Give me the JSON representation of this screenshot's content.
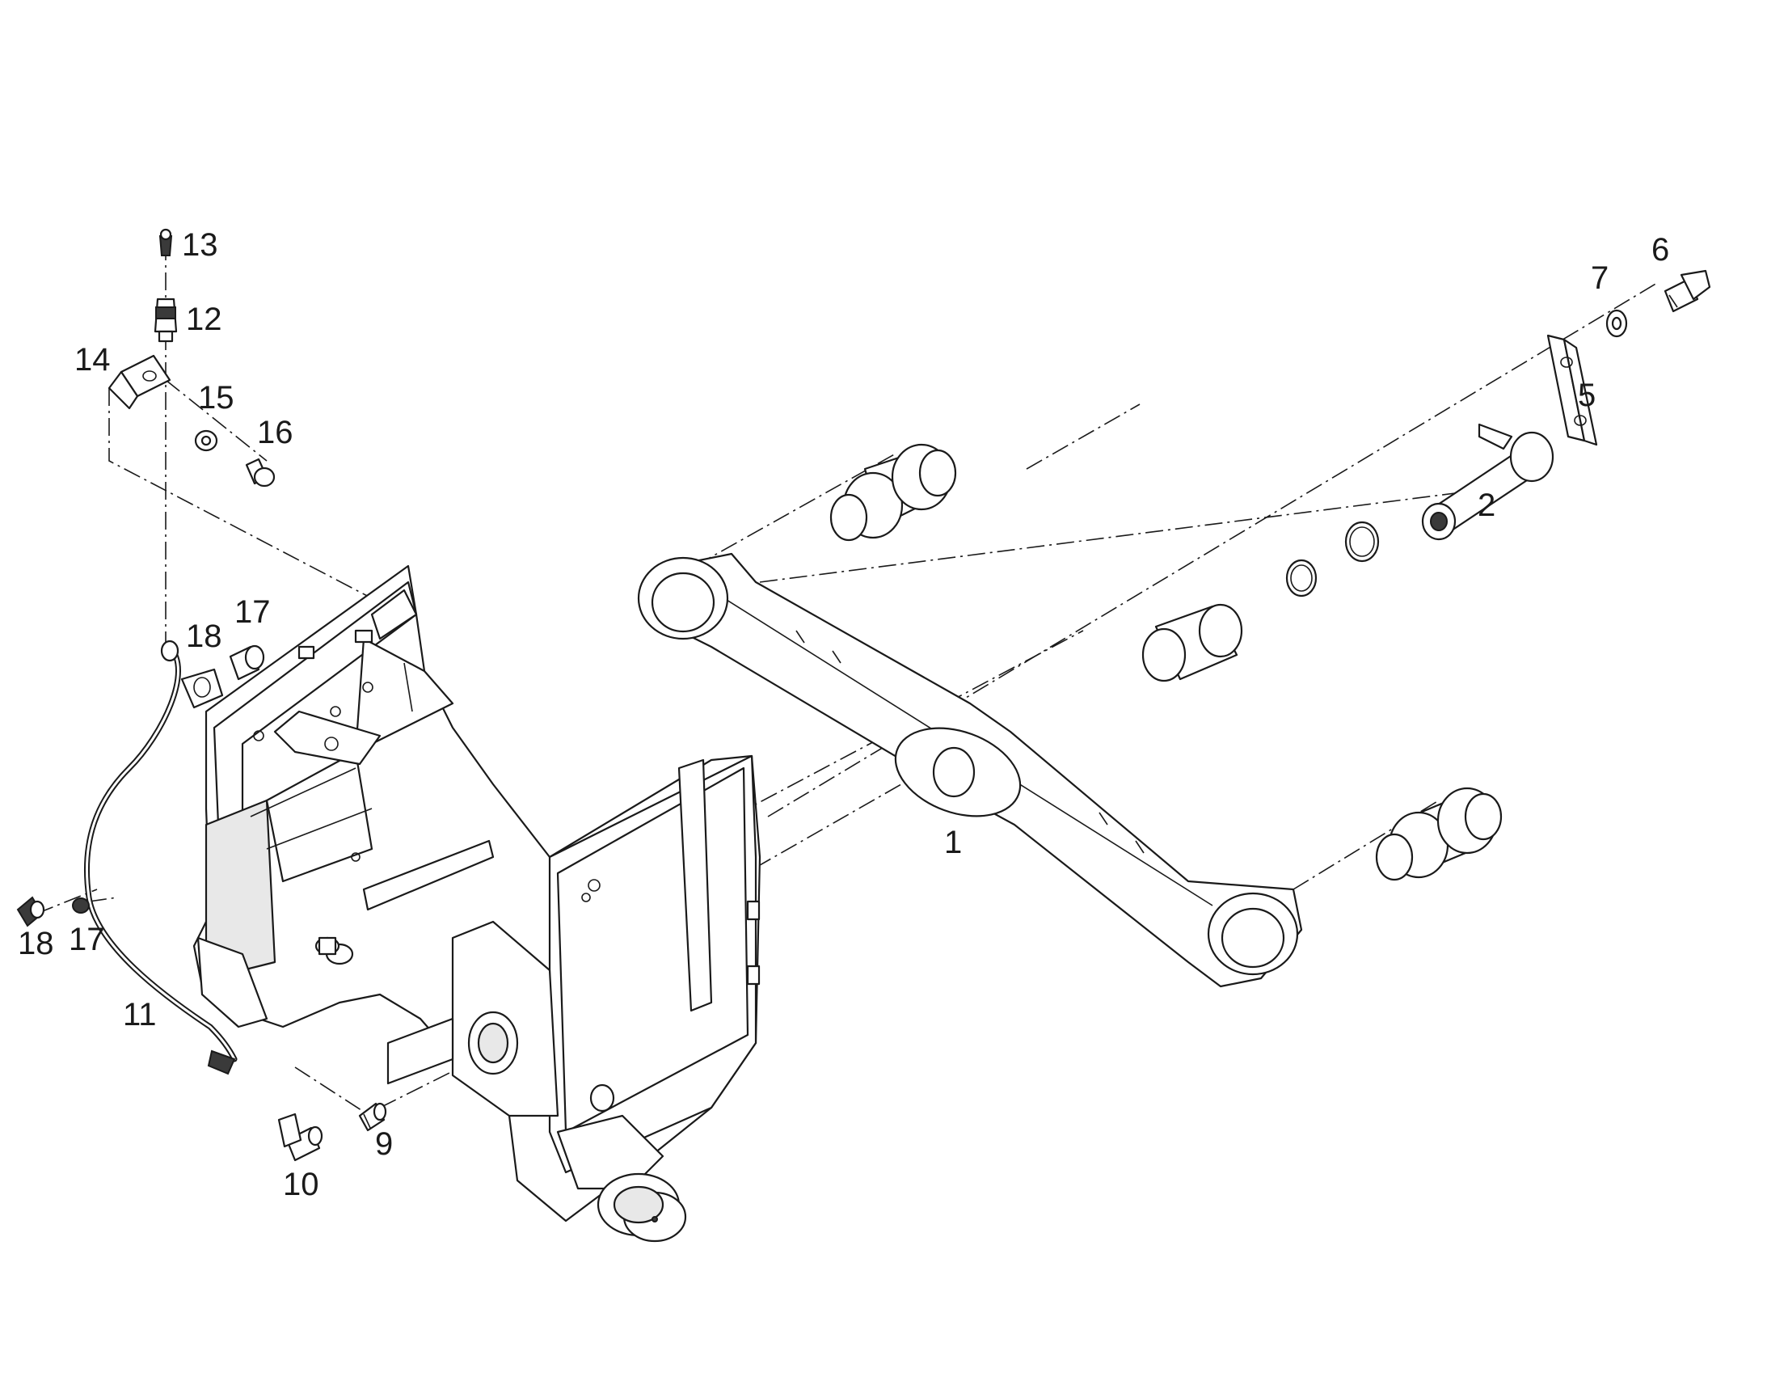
{
  "callouts": [
    {
      "id": "1",
      "label": "1"
    },
    {
      "id": "2",
      "label": "2"
    },
    {
      "id": "5",
      "label": "5"
    },
    {
      "id": "6",
      "label": "6"
    },
    {
      "id": "7",
      "label": "7"
    },
    {
      "id": "9",
      "label": "9"
    },
    {
      "id": "10",
      "label": "10"
    },
    {
      "id": "11",
      "label": "11"
    },
    {
      "id": "12",
      "label": "12"
    },
    {
      "id": "13",
      "label": "13"
    },
    {
      "id": "14",
      "label": "14"
    },
    {
      "id": "15",
      "label": "15"
    },
    {
      "id": "16",
      "label": "16"
    },
    {
      "id": "17a",
      "label": "17"
    },
    {
      "id": "18a",
      "label": "18"
    },
    {
      "id": "17b",
      "label": "17"
    },
    {
      "id": "18b",
      "label": "18"
    }
  ],
  "colors": {
    "line": "#1a1a1a",
    "background": "#ffffff"
  }
}
